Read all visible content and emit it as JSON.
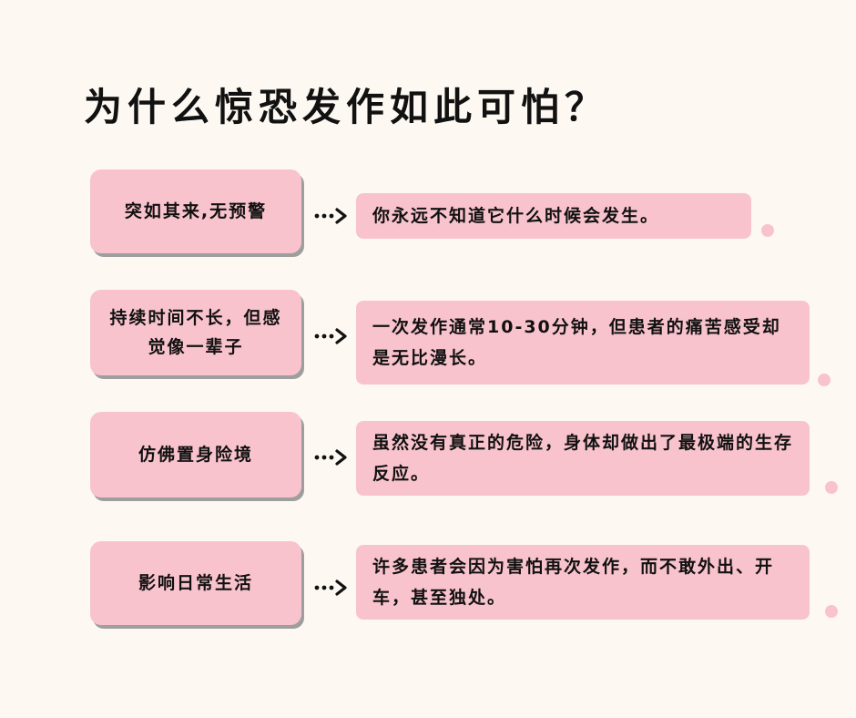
{
  "title": "为什么惊恐发作如此可怕？",
  "rows": [
    {
      "reason": "突如其来,无预警",
      "explanation": "你永远不知道它什么时候会发生。"
    },
    {
      "reason": "持续时间不长，但感觉像一辈子",
      "explanation": "一次发作通常10-30分钟，但患者的痛苦感受却是无比漫长。"
    },
    {
      "reason": "仿佛置身险境",
      "explanation": "虽然没有真正的危险，身体却做出了最极端的生存反应。"
    },
    {
      "reason": "影响日常生活",
      "explanation": "许多患者会因为害怕再次发作，而不敢外出、开车，甚至独处。"
    }
  ],
  "colors": {
    "background": "#fdf9f2",
    "box_fill": "#f9c3cd",
    "box_shadow": "#9e9e9e",
    "text": "#111111"
  },
  "icons": {
    "connector": "dotted-arrow-icon",
    "decoration": "dot-icon"
  }
}
